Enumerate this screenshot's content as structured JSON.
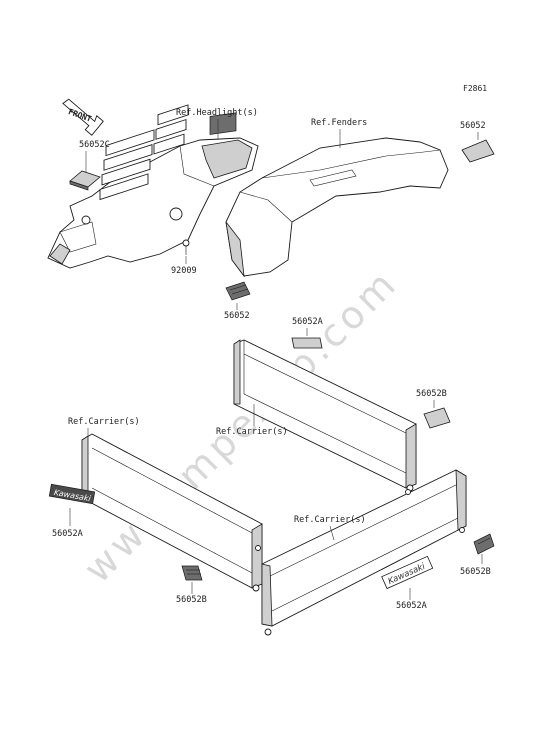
{
  "diagram_code": "F2861",
  "front_marker": "FRONT",
  "watermark": "www.impex-jp.com",
  "decal_text": "Kawasaki",
  "labels": {
    "top_left_decal": "56052C",
    "top_right_decal": "56052",
    "screw": "92009",
    "center_decal": "56052",
    "center_upper": "56052A",
    "right_panel_decal": "56052B",
    "left_panel_decal": "56052A",
    "left_small_decal": "56052B",
    "bottom_right_decal": "56052B",
    "bottom_center_decal": "56052A"
  },
  "refs": {
    "headlight": "Ref.Headlight(s)",
    "fenders": "Ref.Fenders",
    "carrier_left": "Ref.Carrier(s)",
    "carrier_center": "Ref.Carrier(s)",
    "carrier_bottom": "Ref.Carrier(s)"
  }
}
